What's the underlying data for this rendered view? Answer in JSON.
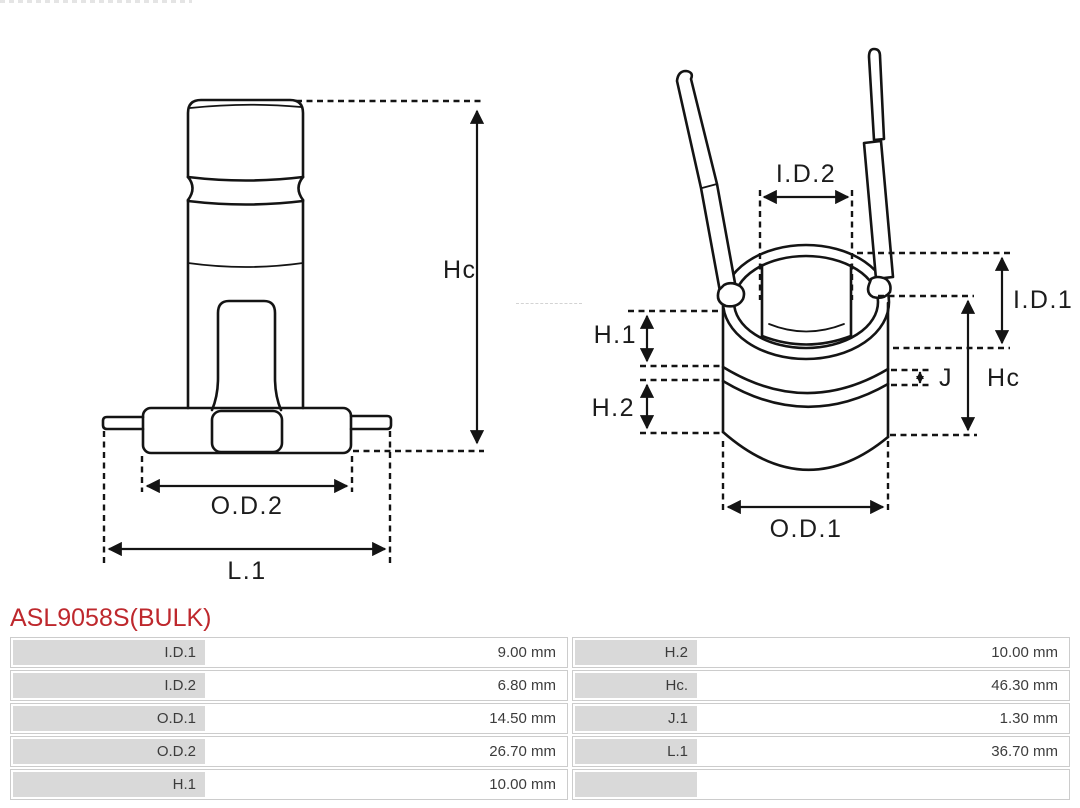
{
  "part": {
    "number": "ASL9058S(BULK)"
  },
  "colors": {
    "accent_red": "#be282d",
    "drawing_line": "#141414",
    "table_label_bg": "#d9d9d9",
    "table_border": "#cccccc"
  },
  "diagrams": {
    "side_view": {
      "labels": {
        "hc": "Hc",
        "od2": "O.D.2",
        "l1": "L.1"
      }
    },
    "perspective_view": {
      "labels": {
        "id2": "I.D.2",
        "id1": "I.D.1",
        "h1": "H.1",
        "h2": "H.2",
        "j": "J",
        "hc": "Hc",
        "od1": "O.D.1"
      }
    }
  },
  "dimensions": {
    "left_rows": [
      {
        "label": "I.D.1",
        "value": "9.00 mm"
      },
      {
        "label": "I.D.2",
        "value": "6.80 mm"
      },
      {
        "label": "O.D.1",
        "value": "14.50 mm"
      },
      {
        "label": "O.D.2",
        "value": "26.70 mm"
      },
      {
        "label": "H.1",
        "value": "10.00 mm"
      }
    ],
    "right_rows": [
      {
        "label": "H.2",
        "value": "10.00 mm"
      },
      {
        "label": "Hc.",
        "value": "46.30 mm"
      },
      {
        "label": "J.1",
        "value": "1.30 mm"
      },
      {
        "label": "L.1",
        "value": "36.70 mm"
      },
      {
        "label": "",
        "value": ""
      }
    ]
  }
}
